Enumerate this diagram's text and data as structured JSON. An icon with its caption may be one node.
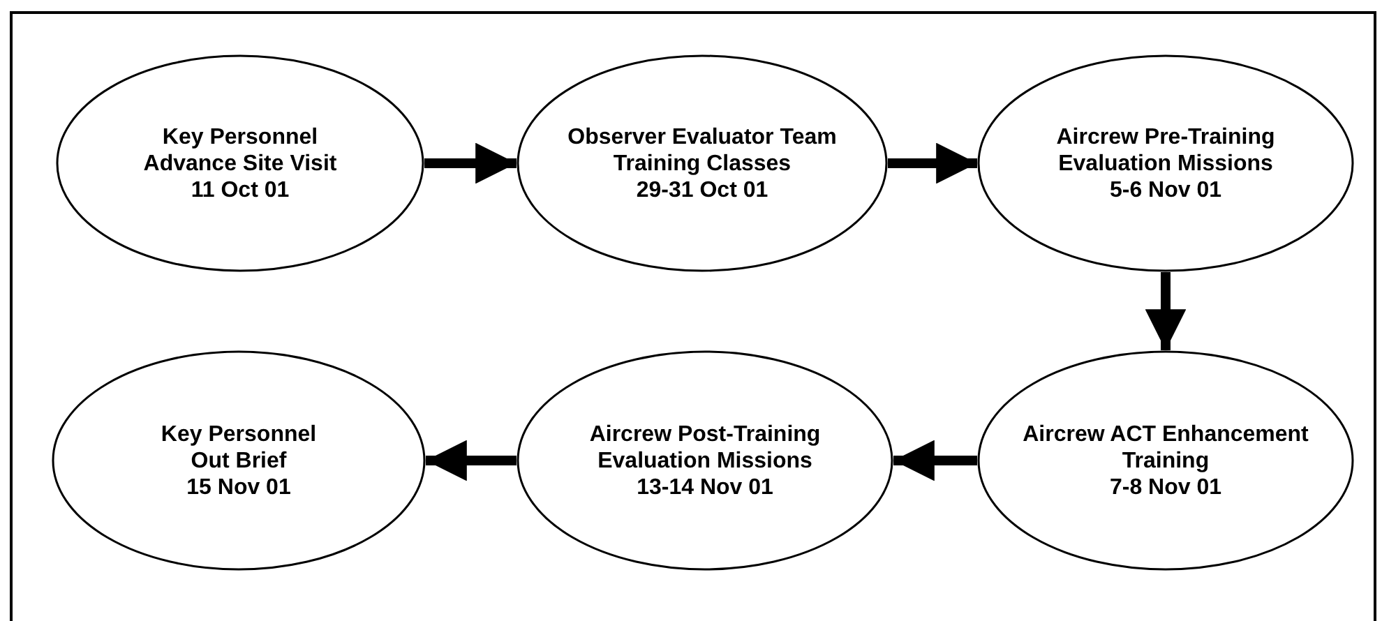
{
  "diagram": {
    "nodes": [
      {
        "text": [
          "Key Personnel Advance Site Visit",
          "11 Oct 01"
        ]
      },
      {
        "text": [
          "Observer Evaluator Team Training Classes",
          "29-31 Oct 01"
        ]
      },
      {
        "text": [
          "Aircrew Pre-Training Evaluation Missions",
          "5-6 Nov 01"
        ]
      },
      {
        "text": [
          "Key Personnel Out Brief",
          "15 Nov 01"
        ]
      },
      {
        "text": [
          "Aircrew Post-Training Evaluation Missions",
          "13-14 Nov 01"
        ]
      },
      {
        "text": [
          "Aircrew ACT Enhancement Training",
          "7-8 Nov 01"
        ]
      }
    ],
    "edges": [
      {
        "from": 0,
        "to": 1,
        "arrow": "to"
      },
      {
        "from": 1,
        "to": 2,
        "arrow": "to"
      },
      {
        "from": 2,
        "to": 5,
        "arrow": "to"
      },
      {
        "from": 5,
        "to": 4,
        "arrow": "to"
      },
      {
        "from": 4,
        "to": 3,
        "arrow": "to"
      }
    ]
  }
}
